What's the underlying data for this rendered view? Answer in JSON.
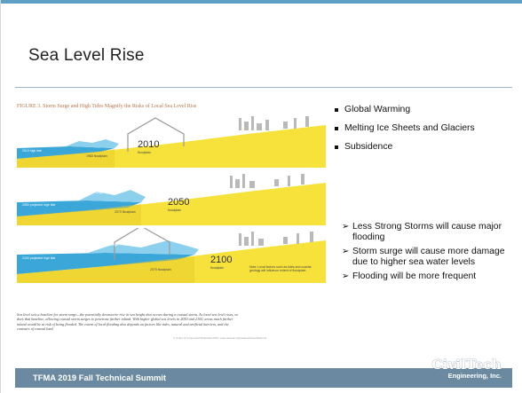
{
  "slide": {
    "title": "Sea Level Rise",
    "bullets": [
      "Global Warming",
      "Melting Ice Sheets and Glaciers",
      "Subsidence"
    ],
    "arrow_points": [
      "Less Strong Storms will cause major flooding",
      "Storm surge will cause more damage due to higher sea water levels",
      "Flooding will be more frequent"
    ],
    "arrow_glyph": "➢",
    "footer": "TFMA 2019 Fall Technical Summit",
    "logo": {
      "main": "CivilTech",
      "sub": "Engineering, Inc."
    }
  },
  "figure": {
    "caption": "FIGURE 3.  Storm Surge and High Tides Magnify the Risks of Local Sea Level Rise",
    "panels": [
      {
        "year": "2010",
        "tide_label": "2010 high tide",
        "floodplain": "1983 floodplain",
        "sub": "floodplain",
        "surge": "Storm surge"
      },
      {
        "year": "2050",
        "tide_label": "2050 projected high tide",
        "floodplain": "2070 floodplain",
        "sub": "floodplain",
        "surge": "Storm surge"
      },
      {
        "year": "2100",
        "tide_label": "2100 projected high tide",
        "floodplain": "2070 floodplain",
        "sub": "floodplain",
        "surge": "Storm surge"
      }
    ],
    "footnote": "Sea level sets a baseline for storm surge—the potentially destructive rise in sea height that occurs during a coastal storm. As local sea level rises, so does that baseline, allowing coastal storm surges to penetrate farther inland. With higher global sea levels in 2050 and 2100, areas much farther inland would be at risk of being flooded. The extent of local flooding also depends on factors like tides, natural and artificial barriers, and the contours of coastal land.",
    "note": "Note: Local factors such as tides and coastal geology will influence extent of floodplain",
    "credit": "© Union of Concerned Scientists 2015; www.ucsusa.org/sealevelriseandstorms"
  },
  "colors": {
    "land": "#f6e23a",
    "water": "#3aa7d8",
    "surge": "#8dd0ee",
    "footer": "#6b8aa1"
  }
}
